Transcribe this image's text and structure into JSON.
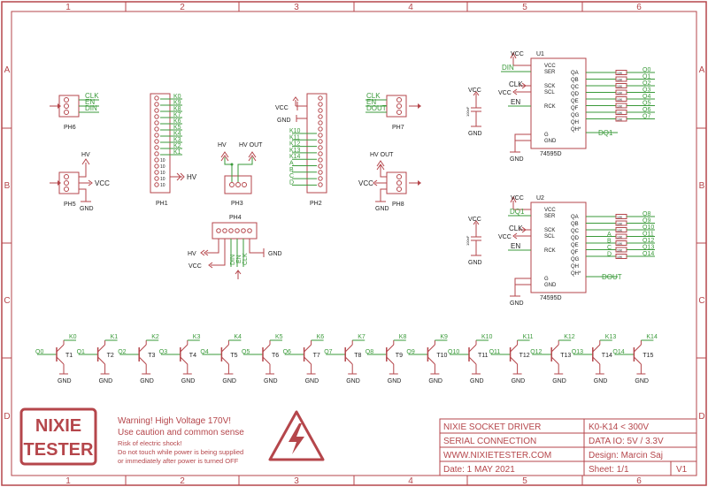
{
  "border": {
    "columns": [
      "1",
      "2",
      "3",
      "4",
      "5",
      "6"
    ],
    "rows": [
      "A",
      "B",
      "C",
      "D"
    ]
  },
  "headers": {
    "ph6": {
      "name": "PH6",
      "pins": [
        "CLK",
        "EN",
        "DIN"
      ]
    },
    "ph5": {
      "name": "PH5",
      "hv": "HV",
      "vcc": "VCC",
      "gnd": "GND"
    },
    "ph1": {
      "name": "PH1",
      "pins": [
        "K0",
        "K9",
        "K8",
        "K7",
        "K6",
        "K5",
        "K4",
        "K3",
        "K2",
        "K1"
      ],
      "right": "HV"
    },
    "ph3": {
      "name": "PH3",
      "hv": "HV",
      "hvout": "HV OUT"
    },
    "ph4": {
      "name": "PH4",
      "hv": "HV",
      "vcc": "VCC",
      "pins": [
        "DIN",
        "EN",
        "CLK"
      ],
      "gnd": "GND"
    },
    "ph2": {
      "name": "PH2",
      "vcc": "VCC",
      "gnd": "GND",
      "pins": [
        "K10",
        "K11",
        "K12",
        "K13",
        "K14",
        "A",
        "B",
        "C",
        "D"
      ]
    },
    "ph7": {
      "name": "PH7",
      "pins": [
        "CLK",
        "EN",
        "DOUT"
      ]
    },
    "ph8": {
      "name": "PH8",
      "hvout": "HV OUT",
      "vcc": "VCC",
      "gnd": "GND"
    }
  },
  "u1": {
    "ref": "U1",
    "part": "74595D",
    "left_pins": [
      "VCC",
      "SER",
      "SCK",
      "SCL",
      "RCK",
      "G",
      "GND"
    ],
    "right_pins": [
      "QA",
      "QB",
      "QC",
      "QD",
      "QE",
      "QF",
      "QG",
      "QH",
      "QH*"
    ],
    "nets_left": {
      "vcc": "VCC",
      "din": "DIN",
      "clk": "CLK",
      "vcc2": "VCC",
      "en": "EN",
      "gnd": "GND"
    },
    "outputs": [
      "Q0",
      "Q1",
      "Q2",
      "Q3",
      "Q4",
      "Q5",
      "Q6",
      "Q7"
    ],
    "qh_star": "DQ1",
    "cap_vcc": "VCC",
    "cap_gnd": "GND",
    "cap_label": "100nF"
  },
  "u2": {
    "ref": "U2",
    "part": "74595D",
    "left_pins": [
      "VCC",
      "SER",
      "SCK",
      "SCL",
      "RCK",
      "G",
      "GND"
    ],
    "right_pins": [
      "QA",
      "QB",
      "QC",
      "QD",
      "QE",
      "QF",
      "QG",
      "QH",
      "QH*"
    ],
    "nets_left": {
      "vcc": "VCC",
      "dq1": "DQ1",
      "clk": "CLK",
      "vcc2": "VCC",
      "en": "EN",
      "gnd": "GND"
    },
    "outputs": [
      "Q8",
      "Q9",
      "Q10",
      "Q11",
      "Q12",
      "Q13",
      "Q14"
    ],
    "mid": [
      "A",
      "B",
      "C",
      "D"
    ],
    "qh_star": "DOUT",
    "cap_vcc": "VCC",
    "cap_gnd": "GND",
    "cap_label": "100nF"
  },
  "resistor_label": "10K",
  "transistors": {
    "refs": [
      "T1",
      "T2",
      "T3",
      "T4",
      "T5",
      "T6",
      "T7",
      "T8",
      "T9",
      "T10",
      "T11",
      "T12",
      "T13",
      "T14",
      "T15"
    ],
    "collectors": [
      "K0",
      "K1",
      "K2",
      "K3",
      "K4",
      "K5",
      "K6",
      "K7",
      "K8",
      "K9",
      "K10",
      "K11",
      "K12",
      "K13",
      "K14"
    ],
    "bases": [
      "Q0",
      "Q1",
      "Q2",
      "Q3",
      "Q4",
      "Q5",
      "Q6",
      "Q7",
      "Q8",
      "Q9",
      "Q10",
      "Q11",
      "Q12",
      "Q13",
      "Q14"
    ],
    "gnd": "GND"
  },
  "logo": {
    "line1": "NIXIE",
    "line2": "TESTER"
  },
  "warning": {
    "title": "Warning! High Voltage 170V!",
    "subtitle": "Use caution and common sense",
    "line1": "Risk of electric shock!",
    "line2": "Do not touch while power is being supplied",
    "line3": "or immediately after power is turned OFF"
  },
  "title_block": {
    "title": "NIXIE SOCKET DRIVER",
    "subtitle": "SERIAL CONNECTION",
    "website": "WWW.NIXIETESTER.COM",
    "date": "Date: 1 MAY 2021",
    "spec1": "K0-K14 < 300V",
    "spec2": "DATA IO: 5V / 3.3V",
    "design": "Design: Marcin Saj",
    "sheet": "Sheet: 1/1",
    "version": "V1"
  }
}
